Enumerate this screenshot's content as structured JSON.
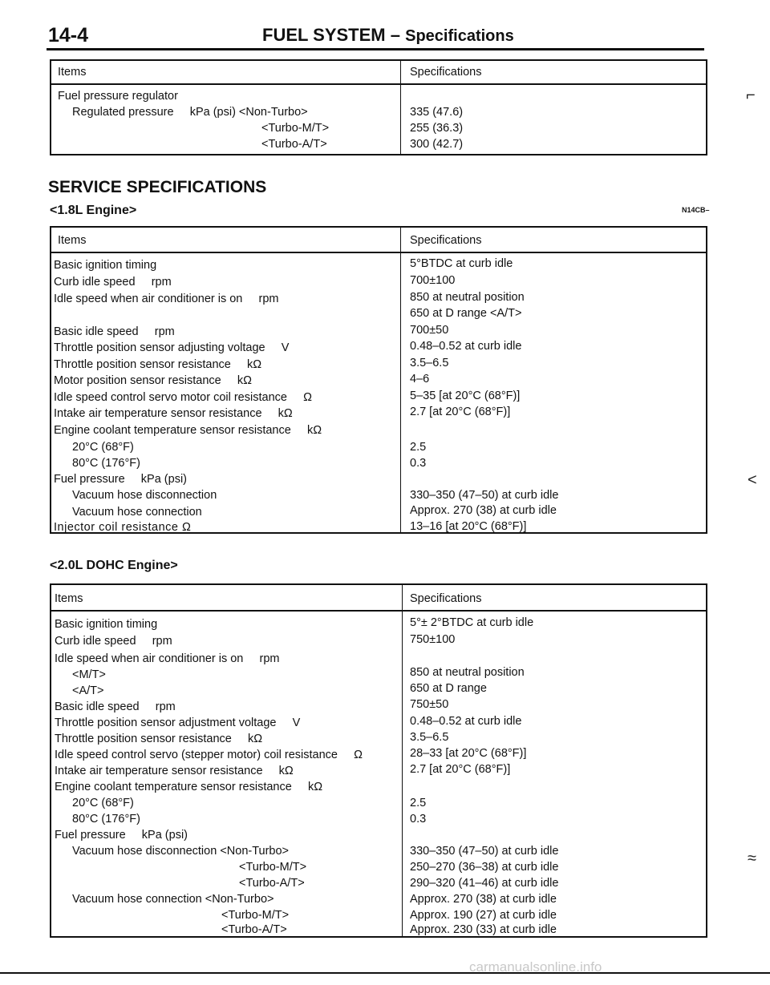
{
  "header": {
    "page_number": "14-4",
    "title": "FUEL SYSTEM",
    "dash": "–",
    "subtitle": "Specifications"
  },
  "top_table": {
    "col_items": "Items",
    "col_specs": "Specifications",
    "rows": [
      {
        "item": "Fuel pressure regulator",
        "spec": ""
      },
      {
        "item": "Regulated pressure     kPa (psi) <Non-Turbo>",
        "spec": "335 (47.6)"
      },
      {
        "item": "<Turbo-M/T>",
        "spec": "255 (36.3)"
      },
      {
        "item": "<Turbo-A/T>",
        "spec": "300 (42.7)"
      }
    ]
  },
  "service": {
    "heading": "SERVICE SPECIFICATIONS",
    "code": "N14CB–"
  },
  "engine_18": {
    "label": "<1.8L Engine>",
    "col_items": "Items",
    "col_specs": "Specifications",
    "rows": [
      {
        "item": "Basic ignition timing",
        "spec": "5°BTDC at curb idle"
      },
      {
        "item": "Curb idle speed     rpm",
        "spec": "700±100"
      },
      {
        "item": "Idle speed when air conditioner is on     rpm",
        "spec": "850 at neutral position"
      },
      {
        "item": "",
        "spec": "650 at D range <A/T>"
      },
      {
        "item": "Basic idle speed     rpm",
        "spec": "700±50"
      },
      {
        "item": "Throttle position sensor adjusting voltage     V",
        "spec": "0.48–0.52 at curb idle"
      },
      {
        "item": "Throttle position sensor resistance     kΩ",
        "spec": "3.5–6.5"
      },
      {
        "item": "Motor position sensor resistance     kΩ",
        "spec": "4–6"
      },
      {
        "item": "Idle speed control servo motor coil resistance     Ω",
        "spec": "5–35 [at 20°C (68°F)]"
      },
      {
        "item": "Intake air temperature sensor resistance     kΩ",
        "spec": "2.7 [at 20°C (68°F)]"
      },
      {
        "item": "Engine coolant temperature sensor resistance     kΩ",
        "spec": ""
      },
      {
        "item": "20°C (68°F)",
        "spec": "2.5"
      },
      {
        "item": "80°C (176°F)",
        "spec": "0.3"
      },
      {
        "item": "Fuel pressure     kPa (psi)",
        "spec": ""
      },
      {
        "item": "Vacuum hose disconnection",
        "spec": "330–350 (47–50) at curb idle"
      },
      {
        "item": "Vacuum hose connection",
        "spec": "Approx. 270 (38) at curb idle"
      },
      {
        "item": "Injector coil resistance Ω",
        "spec": "13–16 [at 20°C (68°F)]"
      }
    ]
  },
  "engine_20": {
    "label": "<2.0L DOHC Engine>",
    "col_items": "Items",
    "col_specs": "Specifications",
    "rows": [
      {
        "item": "Basic ignition timing",
        "spec": "5°± 2°BTDC at curb idle"
      },
      {
        "item": "Curb idle speed     rpm",
        "spec": "750±100"
      },
      {
        "item": "Idle speed when air conditioner is on     rpm",
        "spec": ""
      },
      {
        "item": "<M/T>",
        "spec": "850 at neutral position"
      },
      {
        "item": "<A/T>",
        "spec": "650 at D range"
      },
      {
        "item": "Basic idle speed     rpm",
        "spec": "750±50"
      },
      {
        "item": "Throttle position sensor adjustment voltage     V",
        "spec": "0.48–0.52 at curb idle"
      },
      {
        "item": "Throttle position sensor resistance     kΩ",
        "spec": "3.5–6.5"
      },
      {
        "item": "Idle speed control servo (stepper motor) coil resistance     Ω",
        "spec": "28–33 [at 20°C (68°F)]"
      },
      {
        "item": "Intake air temperature sensor resistance     kΩ",
        "spec": "2.7 [at 20°C (68°F)]"
      },
      {
        "item": "Engine coolant temperature sensor resistance     kΩ",
        "spec": ""
      },
      {
        "item": "20°C (68°F)",
        "spec": "2.5"
      },
      {
        "item": "80°C (176°F)",
        "spec": "0.3"
      },
      {
        "item": "Fuel pressure     kPa (psi)",
        "spec": ""
      },
      {
        "item": "Vacuum hose disconnection <Non-Turbo>",
        "spec": "330–350 (47–50) at curb idle"
      },
      {
        "item": "<Turbo-M/T>",
        "spec": "250–270 (36–38) at curb idle"
      },
      {
        "item": "<Turbo-A/T>",
        "spec": "290–320 (41–46) at curb idle"
      },
      {
        "item": "Vacuum hose connection <Non-Turbo>",
        "spec": "Approx. 270 (38) at curb idle"
      },
      {
        "item": "<Turbo-M/T>",
        "spec": "Approx. 190 (27) at curb idle"
      },
      {
        "item": "<Turbo-A/T>",
        "spec": "Approx. 230 (33) at curb idle"
      }
    ]
  },
  "footer": {
    "watermark": "carmanualsonline.info"
  }
}
